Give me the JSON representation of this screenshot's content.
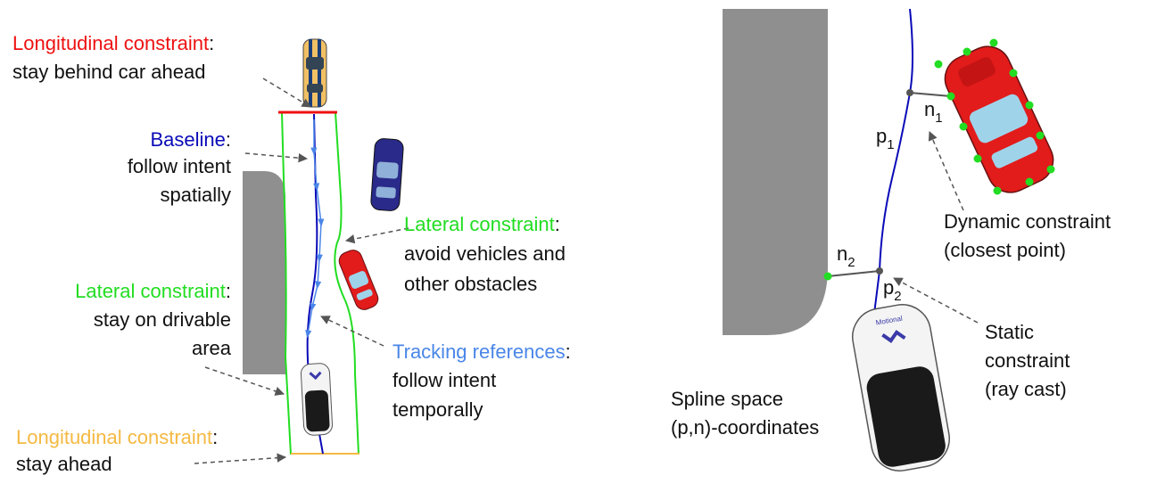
{
  "colors": {
    "red": "#ee1111",
    "blue": "#0a0ab8",
    "green": "#22dd22",
    "light_blue": "#4a86e8",
    "orange": "#f4b942",
    "gray": "#8f8f8f",
    "text": "#111111"
  },
  "left_panel": {
    "long_ahead": {
      "term": "Longitudinal constraint",
      "colon": ":",
      "line2": "stay behind car ahead"
    },
    "baseline": {
      "term": "Baseline",
      "colon": ":",
      "line2": "follow intent",
      "line3": "spatially"
    },
    "lateral_obstacles": {
      "term": "Lateral constraint",
      "colon": ":",
      "line2": "avoid vehicles and",
      "line3": "other obstacles"
    },
    "lateral_drivable": {
      "term": "Lateral constraint",
      "colon": ":",
      "line2": "stay on drivable",
      "line3": "area"
    },
    "tracking": {
      "term": "Tracking references",
      "colon": ":",
      "line2": "follow intent",
      "line3": "temporally"
    },
    "long_behind": {
      "term": "Longitudinal constraint",
      "colon": ":",
      "line2": "stay ahead"
    }
  },
  "right_panel": {
    "p1": {
      "base": "p",
      "sub": "1"
    },
    "n1": {
      "base": "n",
      "sub": "1"
    },
    "n2": {
      "base": "n",
      "sub": "2"
    },
    "p2": {
      "base": "p",
      "sub": "2"
    },
    "dynamic": {
      "line1": "Dynamic constraint",
      "line2": "(closest point)"
    },
    "static": {
      "line1": "Static",
      "line2": "constraint",
      "line3": "(ray cast)"
    },
    "spline": {
      "line1": "Spline space",
      "line2": "(p,n)-coordinates"
    },
    "car_logo": "Motional"
  }
}
